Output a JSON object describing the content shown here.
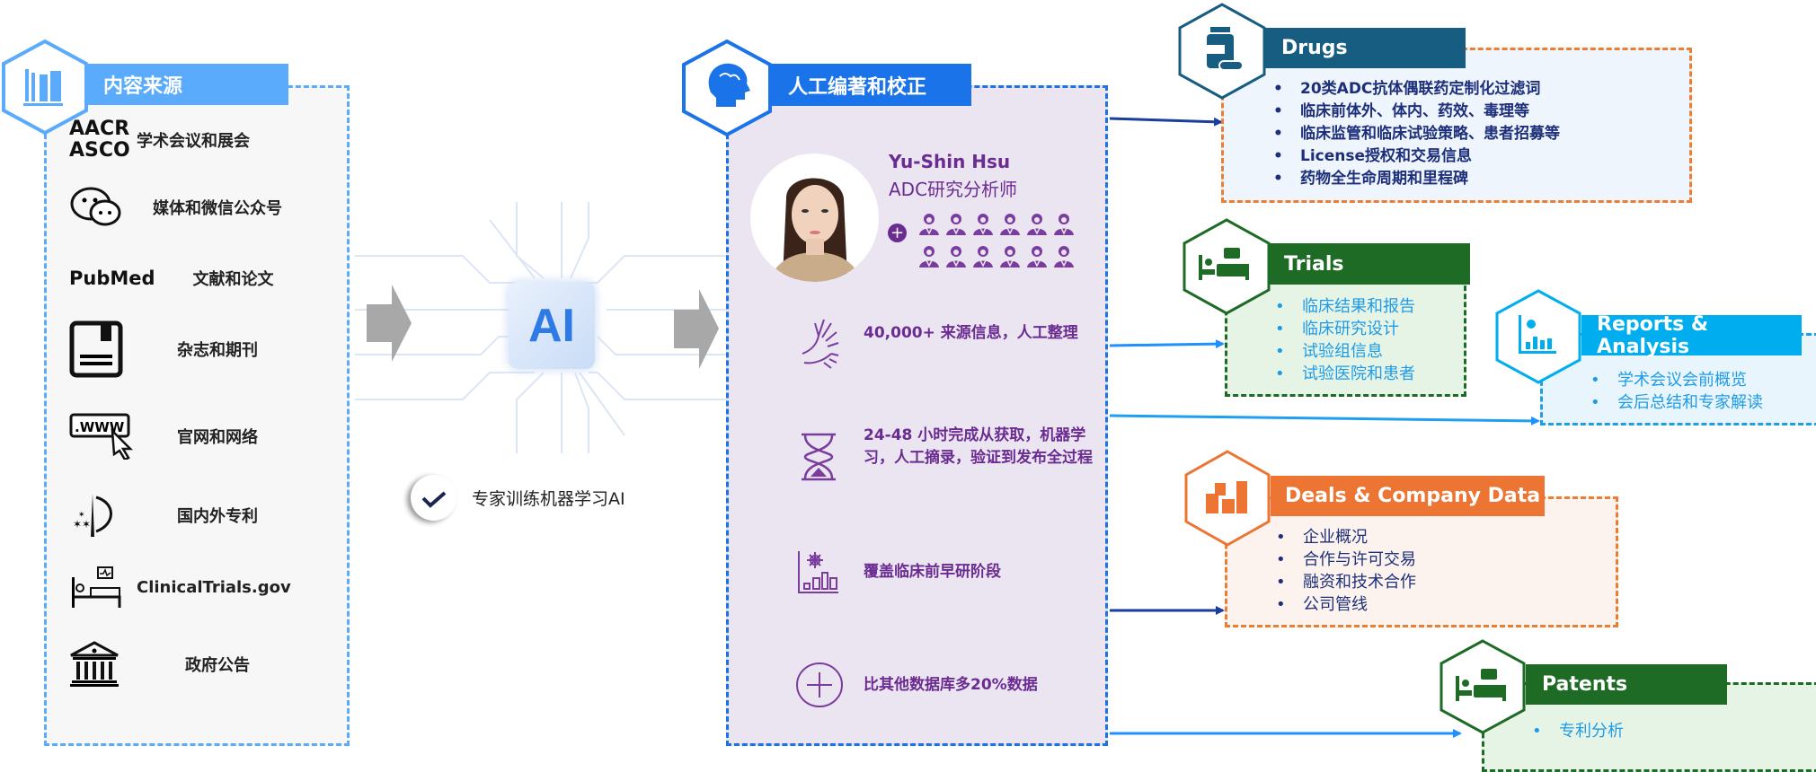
{
  "sources": {
    "title": "内容来源",
    "items": [
      {
        "logo": "AACR",
        "logo2": "ASCO",
        "label": "学术会议和展会",
        "icon": "conference-logo"
      },
      {
        "label": "媒体和微信公众号",
        "icon": "wechat-icon"
      },
      {
        "logo": "PubMed",
        "label": "文献和论文",
        "icon": "pubmed-logo"
      },
      {
        "label": "杂志和期刊",
        "icon": "journal-icon"
      },
      {
        "label": "官网和网络",
        "icon": "www-icon",
        "logo": ".WWW"
      },
      {
        "label": "国内外专利",
        "icon": "patent-office-icon"
      },
      {
        "label": "ClinicalTrials.gov",
        "icon": "hospital-bed-icon"
      },
      {
        "label": "政府公告",
        "icon": "government-building-icon"
      }
    ]
  },
  "ai": {
    "chip_label": "AI",
    "caption": "专家训练机器学习AI"
  },
  "curation": {
    "title": "人工编著和校正",
    "analyst": {
      "name": "Yu-Shin Hsu",
      "role": "ADC研究分析师",
      "team_count": 12
    },
    "features": [
      {
        "icon": "hands-icon",
        "text": "40,000+ 来源信息，人工整理"
      },
      {
        "icon": "hourglass-icon",
        "text": "24-48 小时完成从获取，机器学习，人工摘录，验证到发布全过程"
      },
      {
        "icon": "research-chart-icon",
        "text": "覆盖临床前早研阶段"
      },
      {
        "icon": "plus-circle-icon",
        "text": "比其他数据库多20%数据"
      }
    ]
  },
  "outputs": {
    "drugs": {
      "title": "Drugs",
      "items": [
        "20类ADC抗体偶联药定制化过滤词",
        "临床前体外、体内、药效、毒理等",
        "临床监管和临床试验策略、患者招募等",
        "License授权和交易信息",
        "药物全生命周期和里程碑"
      ],
      "color": "#175d82"
    },
    "trials": {
      "title": "Trials",
      "items": [
        "临床结果和报告",
        "临床研究设计",
        "试验组信息",
        "试验医院和患者"
      ],
      "color": "#1e6b26"
    },
    "reports": {
      "title": "Reports & Analysis",
      "items": [
        "学术会议会前概览",
        "会后总结和专家解读"
      ],
      "color": "#00aeef"
    },
    "deals": {
      "title": "Deals & Company Data",
      "items": [
        "企业概况",
        "合作与许可交易",
        "融资和技术合作",
        "公司管线"
      ],
      "color": "#ed7533"
    },
    "patents": {
      "title": "Patents",
      "items": [
        "专利分析"
      ],
      "color": "#1e6b26"
    }
  }
}
